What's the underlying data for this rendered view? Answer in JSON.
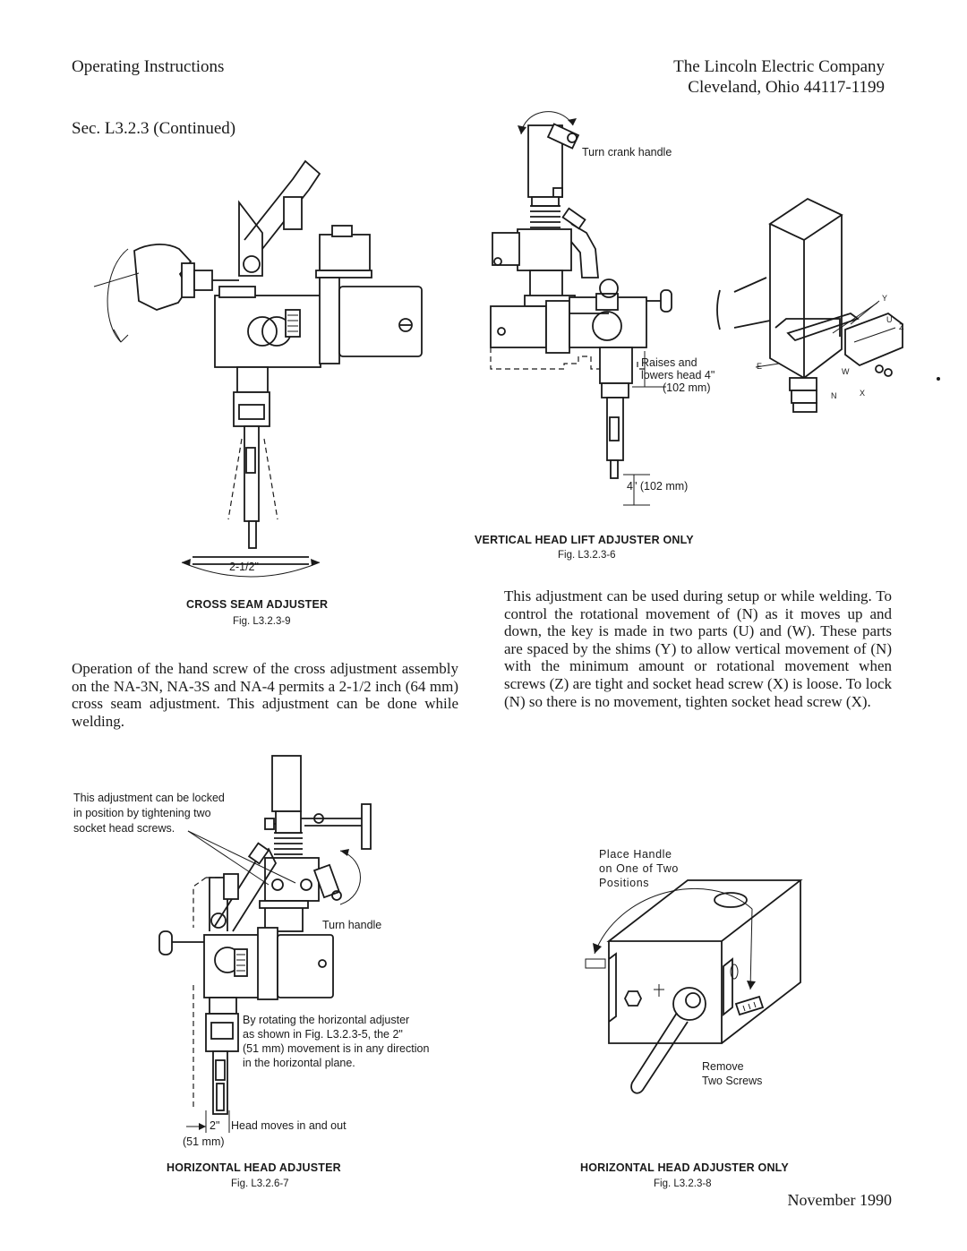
{
  "header": {
    "left_title": "Operating Instructions",
    "company": "The Lincoln Electric Company",
    "address": "Cleveland, Ohio 44117-1199",
    "section": "Sec. L3.2.3 (Continued)"
  },
  "fig_cross_seam": {
    "title": "CROSS SEAM ADJUSTER",
    "number": "Fig. L3.2.3-9",
    "dimension": "2-1/2\""
  },
  "fig_vertical": {
    "crank_label": "Turn crank handle",
    "raise_line1": "Raises and",
    "raise_line2": "lowers head 4\"",
    "raise_line3": "(102 mm)",
    "travel_label": "4\" (102 mm)",
    "title": "VERTICAL HEAD LIFT ADJUSTER ONLY",
    "number": "Fig. L3.2.3-6"
  },
  "paragraph_cross": "Operation of the hand screw of the cross adjustment assembly on the NA-3N, NA-3S and NA-4 permits a 2-1/2 inch (64 mm) cross seam adjustment. This adjustment can be done while welding.",
  "paragraph_vertical": "This adjustment can be used during setup or while welding. To control the rotational movement of (N) as it moves up and down, the key is made in two parts (U) and (W). These parts are spaced by the shims (Y) to allow vertical movement of (N) with the minimum amount or rotational movement when screws (Z) are tight and socket head screw (X) is loose. To lock (N) so there is no movement, tighten socket head screw (X).",
  "fig_horizontal": {
    "lock_note_line1": "This adjustment can be locked",
    "lock_note_line2": "in position by tightening two",
    "lock_note_line3": "socket head screws.",
    "turn_label": "Turn handle",
    "rotate_line1": "By rotating the horizontal adjuster",
    "rotate_line2": "as shown in Fig. L3.2.3-5, the 2\"",
    "rotate_line3": "(51 mm) movement is in any direction",
    "rotate_line4": "in the horizontal plane.",
    "move_label": "Head moves in and out",
    "move_dim": "2\"",
    "move_mm": "(51 mm)",
    "title": "HORIZONTAL HEAD ADJUSTER",
    "number": "Fig. L3.2.6-7"
  },
  "fig_horizontal_only": {
    "place_line1": "Place Handle",
    "place_line2": "on One of Two",
    "place_line3": "Positions",
    "remove_line1": "Remove",
    "remove_line2": "Two Screws",
    "title": "HORIZONTAL HEAD ADJUSTER ONLY",
    "number": "Fig. L3.2.3-8"
  },
  "key_letters": {
    "y": "Y",
    "u": "U",
    "z": "Z",
    "e": "E",
    "w": "W",
    "x": "X",
    "n": "N"
  },
  "footer_date": "November 1990"
}
